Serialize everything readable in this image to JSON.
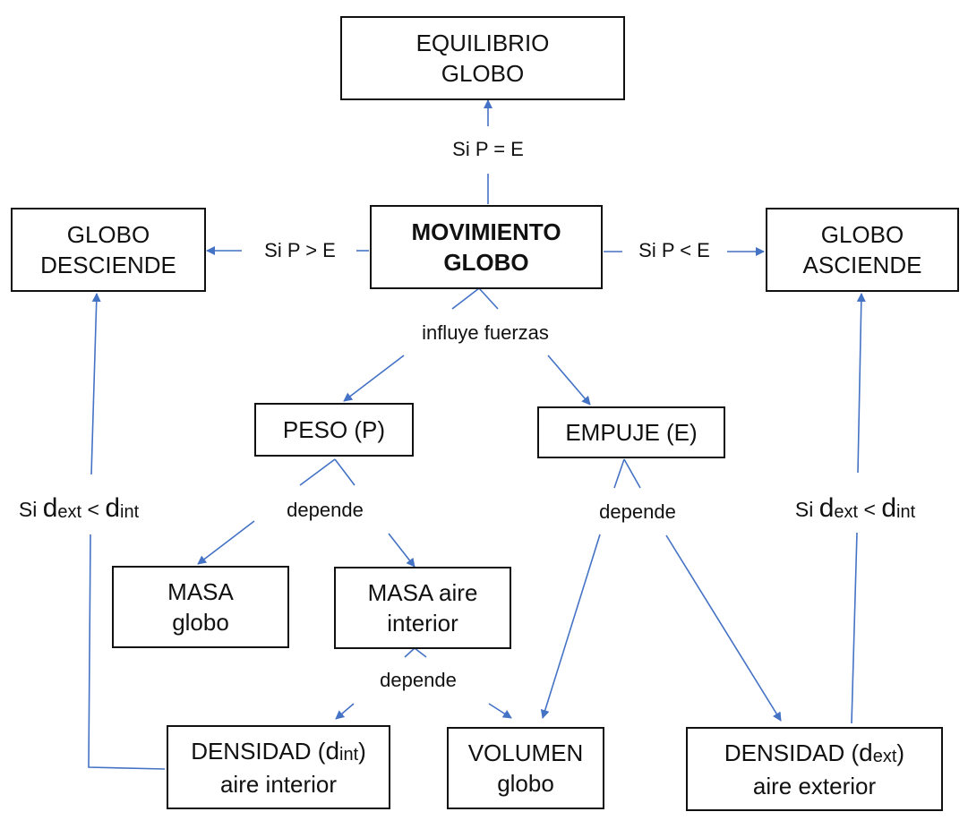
{
  "diagram": {
    "title": "Mapa conceptual: movimiento de un globo",
    "colors": {
      "arrow": "#4472C4",
      "border": "#111111",
      "background": "#FFFFFF"
    },
    "nodes": {
      "equilibrio": {
        "line1": "EQUILIBRIO",
        "line2": "GLOBO"
      },
      "movimiento": {
        "line1": "MOVIMIENTO",
        "line2": "GLOBO"
      },
      "desciende": {
        "line1": "GLOBO",
        "line2": "DESCIENDE"
      },
      "asciende": {
        "line1": "GLOBO",
        "line2": "ASCIENDE"
      },
      "peso": {
        "line1": "PESO (P)"
      },
      "empuje": {
        "line1": "EMPUJE (E)"
      },
      "masa_globo": {
        "line1": "MASA",
        "line2": "globo"
      },
      "masa_aire": {
        "line1": "MASA aire",
        "line2": "interior"
      },
      "densidad_int": {
        "prefix": "DENSIDAD (",
        "d": "d",
        "sub": "int",
        "suffix": ")",
        "line2": "aire interior"
      },
      "volumen": {
        "line1": "VOLUMEN",
        "line2": "globo"
      },
      "densidad_ext": {
        "prefix": "DENSIDAD (",
        "d": "d",
        "sub": "ext",
        "suffix": ")",
        "line2": "aire exterior"
      }
    },
    "labels": {
      "p_eq_e": "Si P = E",
      "p_gt_e": "Si P > E",
      "p_lt_e": "Si P < E",
      "influye": "influye fuerzas",
      "depende_peso": "depende",
      "depende_empuje": "depende",
      "depende_masa": "depende",
      "cond_left": {
        "si": "Si ",
        "d1": "d",
        "sub1": "ext",
        "op": " < ",
        "d2": "d",
        "sub2": "int"
      },
      "cond_right": {
        "si": "Si ",
        "d1": "d",
        "sub1": "ext",
        "op": " < ",
        "d2": "d",
        "sub2": "int"
      }
    }
  }
}
